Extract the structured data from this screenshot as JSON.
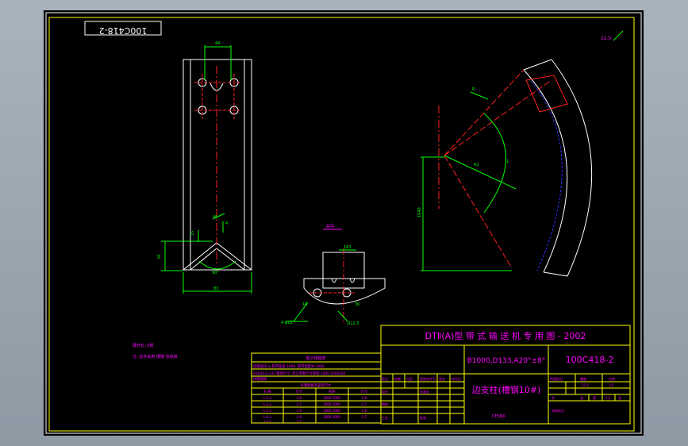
{
  "colors": {
    "frame": "#ffffff",
    "title_block": "#ffff00",
    "geometry": "#ffffff",
    "center_line": "#ff2020",
    "dimension": "#00ff00",
    "text_magenta": "#ff00ff",
    "belt_line": "#3030ff"
  },
  "drawing": {
    "stamp": "100C418-2",
    "view_label": "A向",
    "dims": {
      "top_width": "44",
      "small_15": "15",
      "height_61": "61",
      "angle_90": "90°",
      "width_83": "83",
      "phi12_left": "4-φ12",
      "r12_5": "R12.5",
      "angle_16": "16",
      "width_36": "36",
      "len_1640": "1640",
      "r_side": "R",
      "r1000": "R1",
      "ang_1": "1",
      "dim_183": "183",
      "small_40": "40",
      "dim_4": "4"
    },
    "notes": {
      "line1": "展开长: 2根",
      "line2": "注: 此件采用 槽钢 加焊接"
    },
    "roughness": "12.5"
  },
  "title_block": {
    "header": "DTⅡ(A)型  带 式 输 送 机 专 用 图 - 2002",
    "spec": "B1000,D133,A20°±8°",
    "drawing_no": "100C418-2",
    "part_name": "边支柱(槽钢10#)",
    "material_label": "材料标记",
    "scale": "1:2",
    "weight": "23.3",
    "page": "2-2",
    "row_labels": [
      "标记",
      "设计",
      "审核",
      "工艺"
    ],
    "col_labels": [
      "处数",
      "分区",
      "更改文件号",
      "签名",
      "年月日"
    ],
    "std_label": "标准化",
    "approve_label": "批准",
    "sheet_labels": [
      "共",
      "张",
      "第",
      "张"
    ],
    "mark_labels": [
      "阶段标记",
      "重量",
      "比例"
    ],
    "bottom_note": "CESBA"
  },
  "param_table": {
    "title": "辊子规格表",
    "row1": "托辊直径 ≥ 胶带宽度 1000, 胶带宽度为 1000",
    "row2": "B1000-2-133 辊架尺寸, 其它参数尺寸参照 1000 1644306",
    "row3_title": "托辊规格",
    "row4_title": "托辊规格及安装尺寸",
    "columns": [
      "名 称",
      "尺寸",
      "名称",
      "尺寸"
    ],
    "rows": [
      [
        "L-1 ⌀",
        "L-6",
        "1000 1000",
        "L-8"
      ],
      [
        "L-2 ⌀",
        "L-7",
        "1000 1000",
        "L-7"
      ],
      [
        "L-3 ⌀",
        "L-8",
        "1000 1000",
        "L-8"
      ],
      [
        "L-4 ⌀",
        "L-9",
        "1000 1000",
        "L-7"
      ],
      [
        "L-5 ⌀",
        "L-5",
        "",
        ""
      ]
    ]
  }
}
